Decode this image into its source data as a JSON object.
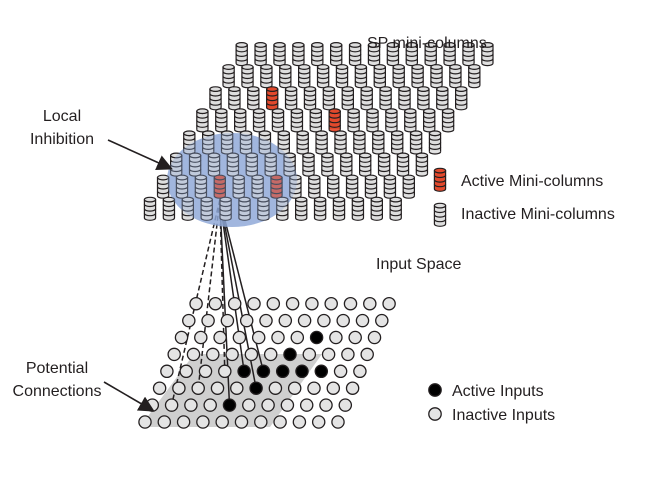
{
  "labels": {
    "sp_minicolumns": "SP mini-columns",
    "local_inhibition_line1": "Local",
    "local_inhibition_line2": "Inhibition",
    "input_space": "Input Space",
    "potential_connections_line1": "Potential",
    "potential_connections_line2": "Connections"
  },
  "legend": {
    "active_minicolumns": "Active Mini-columns",
    "inactive_minicolumns": "Inactive Mini-columns",
    "active_inputs": "Active Inputs",
    "inactive_inputs": "Inactive Inputs"
  },
  "colors": {
    "active_column": "#e2492c",
    "inactive_column": "#dedede",
    "active_input": "#000000",
    "inactive_input": "#e4e4e4",
    "inhibition_region": "#8fa8d8",
    "potential_region": "#cfcfcf",
    "outline": "#231f20"
  },
  "grid": {
    "column_rows": 8,
    "column_cols": 14,
    "input_rows": 8,
    "input_cols": 11,
    "active_columns": [
      [
        2,
        3
      ],
      [
        3,
        7
      ],
      [
        6,
        3
      ],
      [
        6,
        6
      ]
    ],
    "active_inputs": [
      [
        2,
        7
      ],
      [
        3,
        6
      ],
      [
        4,
        4
      ],
      [
        4,
        5
      ],
      [
        4,
        6
      ],
      [
        4,
        7
      ],
      [
        4,
        8
      ],
      [
        5,
        5
      ],
      [
        6,
        4
      ]
    ],
    "potential_cells": [
      [
        4,
        4
      ],
      [
        4,
        5
      ],
      [
        4,
        6
      ],
      [
        4,
        7
      ],
      [
        4,
        8
      ],
      [
        5,
        3
      ],
      [
        5,
        4
      ],
      [
        5,
        5
      ],
      [
        5,
        6
      ],
      [
        5,
        7
      ],
      [
        6,
        2
      ],
      [
        6,
        3
      ],
      [
        6,
        4
      ],
      [
        6,
        5
      ],
      [
        6,
        6
      ],
      [
        7,
        1
      ],
      [
        7,
        2
      ],
      [
        7,
        3
      ],
      [
        7,
        4
      ],
      [
        7,
        5
      ]
    ],
    "connections_solid": [
      [
        4,
        4
      ],
      [
        4,
        5
      ],
      [
        5,
        5
      ],
      [
        6,
        4
      ]
    ],
    "connections_dashed": [
      [
        4,
        3
      ],
      [
        5,
        2
      ],
      [
        6,
        1
      ]
    ]
  }
}
